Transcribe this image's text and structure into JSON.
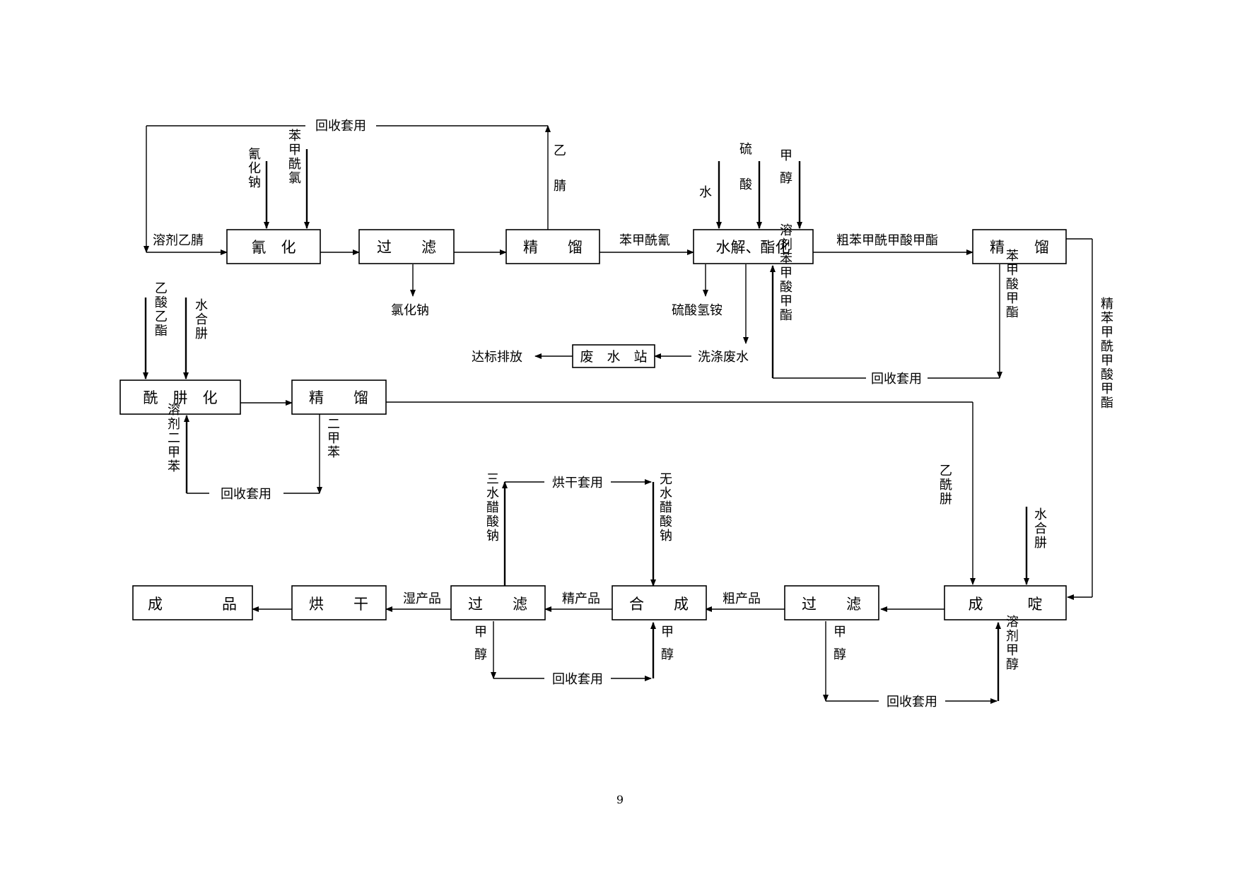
{
  "nodes": {
    "cyanation": "氰　化",
    "filter1": "过　　滤",
    "distill1": "精　　馏",
    "hydrolysis": "水解、酯化",
    "distill2": "精　　馏",
    "wastewater_station": "废　水　站",
    "hydrazide": "酰　肼　化",
    "distill3": "精　　馏",
    "cyclization": "成　　　啶",
    "filter2": "过　　滤",
    "synthesis": "合　　成",
    "filter3": "过　　滤",
    "drying": "烘　　干",
    "product": "成　　　　品"
  },
  "labels": {
    "recycle_top": "回收套用",
    "sodium_cyanide": "氰化钠",
    "benzoyl_chloride": "苯甲酰氯",
    "solvent_acetonitrile": "溶剂乙腈",
    "acetonitrile": "乙腈",
    "sodium_chloride": "氯化钠",
    "benzoyl_cyanide": "苯甲酰氰",
    "water": "水",
    "sulfuric_acid": "硫酸",
    "methanol_top": "甲醇",
    "crude_ester": "粗苯甲酰甲酸甲酯",
    "ammonium_bisulfate": "硫酸氢铵",
    "washing_wastewater": "洗涤废水",
    "discharge": "达标排放",
    "solvent_methyl_benzoate": "溶剂苯甲酸甲酯",
    "methyl_benzoate": "苯甲酸甲酯",
    "recycle_mid": "回收套用",
    "fine_ester": "精苯甲酰甲酸甲酯",
    "ethyl_acetate": "乙酸乙酯",
    "hydrazine_hydrate1": "水合肼",
    "solvent_xylene": "溶剂二甲苯",
    "xylene": "二甲苯",
    "recycle_xylene": "回收套用",
    "acetylhydrazine": "乙酰肼",
    "hydrazine_hydrate2": "水合肼",
    "dry_reuse": "烘干套用",
    "trihydrate_sodium_acetate": "三水醋酸钠",
    "anhydrous_sodium_acetate": "无水醋酸钠",
    "wet_product": "湿产品",
    "refined_product": "精产品",
    "crude_product": "粗产品",
    "methanol_a": "甲醇",
    "methanol_b": "甲醇",
    "recycle_methanol1": "回收套用",
    "methanol_c": "甲醇",
    "solvent_methanol": "溶剂甲醇",
    "recycle_methanol2": "回收套用"
  },
  "page_number": "9"
}
